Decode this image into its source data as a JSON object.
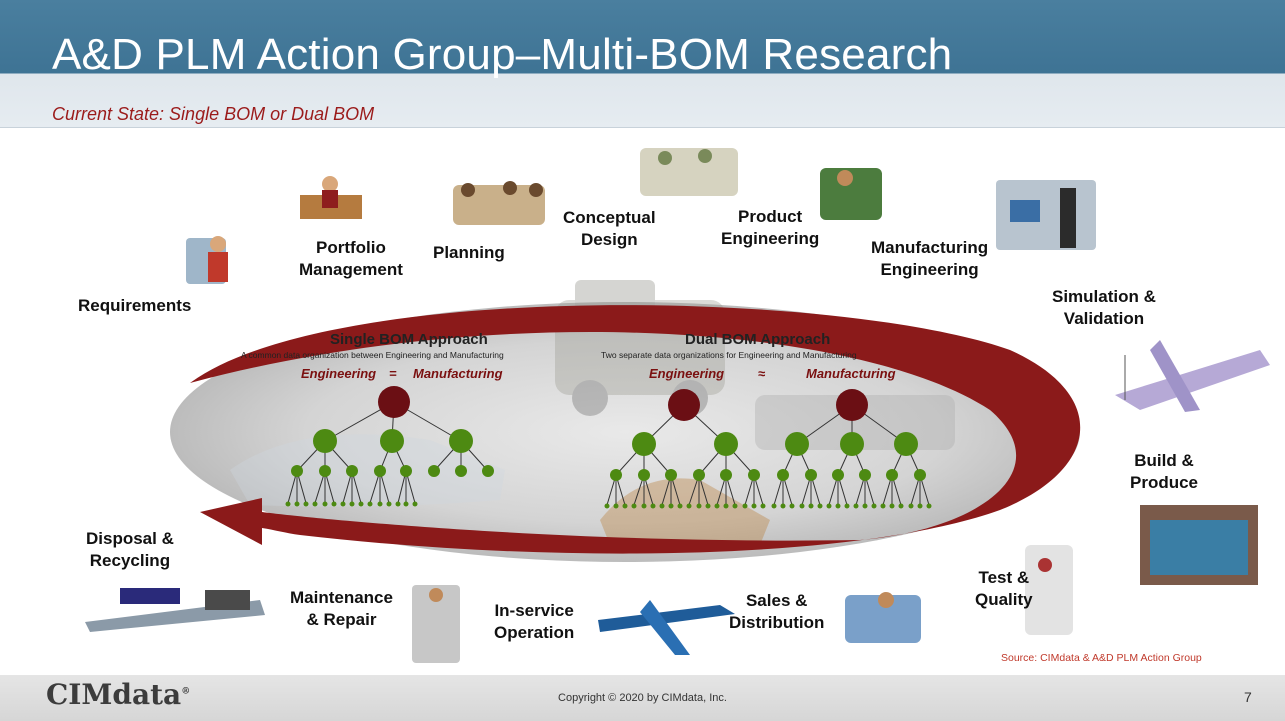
{
  "slide": {
    "title": "A&D PLM Action Group–Multi-BOM Research",
    "subtitle": "Current State: Single BOM or Dual BOM"
  },
  "stages": {
    "requirements": "Requirements",
    "portfolio_1": "Portfolio",
    "portfolio_2": "Management",
    "planning": "Planning",
    "conceptual_1": "Conceptual",
    "conceptual_2": "Design",
    "product_1": "Product",
    "product_2": "Engineering",
    "manufacturing_1": "Manufacturing",
    "manufacturing_2": "Engineering",
    "simulation_1": "Simulation &",
    "simulation_2": "Validation",
    "build_1": "Build &",
    "build_2": "Produce",
    "test_1": "Test &",
    "test_2": "Quality",
    "sales_1": "Sales &",
    "sales_2": "Distribution",
    "inservice_1": "In-service",
    "inservice_2": "Operation",
    "maintenance_1": "Maintenance",
    "maintenance_2": "& Repair",
    "disposal_1": "Disposal &",
    "disposal_2": "Recycling"
  },
  "bom": {
    "single_title": "Single BOM Approach",
    "single_desc": "A common data organization between Engineering and Manufacturing",
    "single_left": "Engineering",
    "single_op": "=",
    "single_right": "Manufacturing",
    "dual_title": "Dual BOM Approach",
    "dual_desc": "Two separate data organizations for Engineering and Manufacturing",
    "dual_left": "Engineering",
    "dual_op": "≈",
    "dual_right": "Manufacturing"
  },
  "footer": {
    "source": "Source: CIMdata & A&D PLM Action Group",
    "logo": "CIMdata",
    "logo_mark": "®",
    "copyright": "Copyright © 2020 by CIMdata, Inc.",
    "page": "7"
  },
  "colors": {
    "header_blue": "#3e7394",
    "arrow_red": "#8b1a1a",
    "root_node": "#6b0f14",
    "child_node": "#4d8a12",
    "accent_text": "#9b1b1b"
  }
}
